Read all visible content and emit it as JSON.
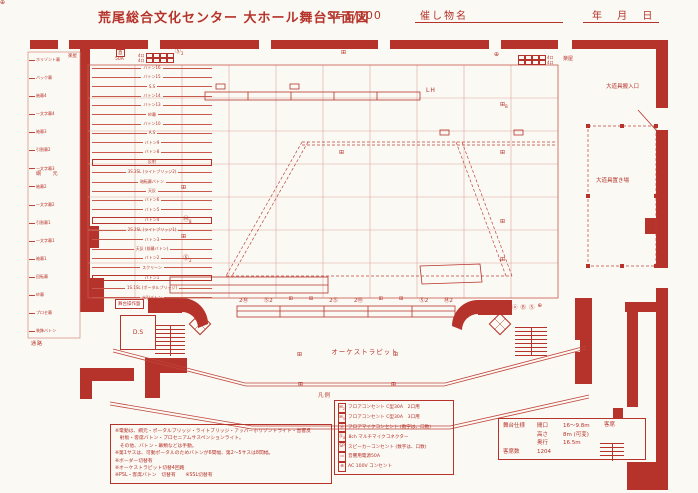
{
  "header": {
    "title": "荒尾総合文化センター 大ホール舞台平面図",
    "scale": "S=1/100",
    "event_label": "催し物名",
    "date_label": "年 月 日"
  },
  "colors": {
    "red": "#b5332a",
    "grid": "#dca89e",
    "bg": "#fbf9f4"
  },
  "rooms": {
    "dressing_left": "楽屋",
    "dressing_right": "楽屋",
    "rigging": "綱 元",
    "passage": "通路",
    "loading_entrance": "大道具搬入口",
    "props_storage": "大道具置き場",
    "audience": "客席",
    "orchestra_pit": "オーケストラピット",
    "stage_panel": "舞台操作盤",
    "ds_room": "D.S",
    "upper_horizon": "LH",
    "breaker_box": "直",
    "breaker_amp": "50A"
  },
  "outlet_grids": {
    "left": [
      "4口",
      "4口"
    ],
    "right": [
      "4口",
      "4口"
    ]
  },
  "curtains": [
    "ホリゾント幕",
    "バック幕",
    "袖幕4",
    "一文字幕4",
    "袖幕3",
    "引割幕2",
    "一文字幕3",
    "袖幕2",
    "一文字幕2",
    "引割幕1",
    "一文字幕1",
    "袖幕1",
    "回転幕",
    "紗幕",
    "プロセ幕",
    "装飾バトン"
  ],
  "battens": [
    "バトン16",
    "バトン15",
    "S.S",
    "バトン14",
    "バトン13",
    "紗幕",
    "バトン10",
    "A.S",
    "バトン9",
    "バトン8",
    "反射",
    "3S.3SL (ライトブリッジ2)",
    "暗転幕バトン",
    "天反",
    "バトン6",
    "バトン5",
    "バトン4",
    "2S.2SL (ライトブリッジ1)",
    "バトン3",
    "天反 (前幕バトン)",
    "バトン2",
    "スクリーン",
    "バトン1",
    "1S.1SL (ポータルブリッジ)",
    "水引バトン"
  ],
  "stage_symbols": [
    {
      "g": "⊞",
      "s": ""
    },
    {
      "g": "Ⓜ",
      "s": "8"
    },
    {
      "g": "⊞",
      "s": ""
    },
    {
      "g": "Ⓢ",
      "s": "2"
    },
    {
      "g": "⊞",
      "s": ""
    },
    {
      "g": "⊞",
      "s": "B"
    },
    {
      "g": "⊞",
      "s": ""
    },
    {
      "g": "⊞",
      "s": ""
    },
    {
      "g": "⊞",
      "s": ""
    },
    {
      "g": "⊞",
      "s": ""
    },
    {
      "g": "⊞",
      "s": ""
    },
    {
      "g": "⊞",
      "s": ""
    },
    {
      "g": "⊞",
      "s": ""
    },
    {
      "g": "⊞",
      "s": ""
    },
    {
      "g": "Ⓢ",
      "s": "2"
    },
    {
      "g": "⊕",
      "s": ""
    },
    {
      "g": "⊕",
      "s": ""
    }
  ],
  "front_symbols": [
    "2Ⓜ",
    "Ⓢ2",
    "⊞",
    "⊞",
    "2Ⓢ",
    "2Ⓜ",
    "⊞",
    "⊞",
    "Ⓢ2",
    "Ⓜ2"
  ],
  "panel_symbols_left": [
    "ⓐ",
    "Ⓢ",
    "Ⓡ",
    "ⓖ"
  ],
  "panel_symbols_right": [
    "ⓐ",
    "Ⓑ",
    "Ⓢ",
    "⊕"
  ],
  "legend": {
    "title": "凡例",
    "items": [
      {
        "icon": "floor-outlet-2-icon",
        "glyph": "⊞",
        "sub": "2",
        "text": "フロアコンセント C型30A　2口用"
      },
      {
        "icon": "floor-outlet-3-icon",
        "glyph": "⊞",
        "sub": "3",
        "text": "フロアコンセント C型30A　3口用"
      },
      {
        "icon": "floor-mic-icon",
        "glyph": "Ⓜ",
        "sub": "",
        "text": "フロアマイクコンセント (数字は、口数)"
      },
      {
        "icon": "multi-mic-icon",
        "glyph": "Ⓢ",
        "sub": "8",
        "text": "8ch マルチマイクコネクター"
      },
      {
        "icon": "speaker-outlet-icon",
        "glyph": "SP",
        "sub": "",
        "text": "スピーカーコンセント (数字は、口数)"
      },
      {
        "icon": "audio-power-icon",
        "glyph": "▭",
        "sub": "",
        "text": "音響用電源50A"
      },
      {
        "icon": "ac-outlet-icon",
        "glyph": "⊕",
        "sub": "",
        "text": "AC 100V コンセント"
      }
    ]
  },
  "notes": [
    "※電動は、綱元・ポータルブリッジ・ライトブリッジ・アッパーホリゾントライト・音響反",
    "　射板・客席バトン・プロセニアムサスペンションライト。",
    "　その他、バトン・幕類などは手動。",
    "※第1サスは、可動ポータルのためバトンが6間幅、第2〜5サスは8間幅。",
    "※ボーダー切替有",
    "※オーケストラピット切替4回路",
    "※PSL・客席バトン　切替有　　※SSL切替有"
  ],
  "specs": {
    "title": "舞台仕様",
    "rows": [
      [
        "間口",
        "16〜9.8m"
      ],
      [
        "高さ",
        "8m (可変)"
      ],
      [
        "奥行",
        "16.5m"
      ]
    ],
    "seats_label": "客席数",
    "seats_value": "1204"
  }
}
